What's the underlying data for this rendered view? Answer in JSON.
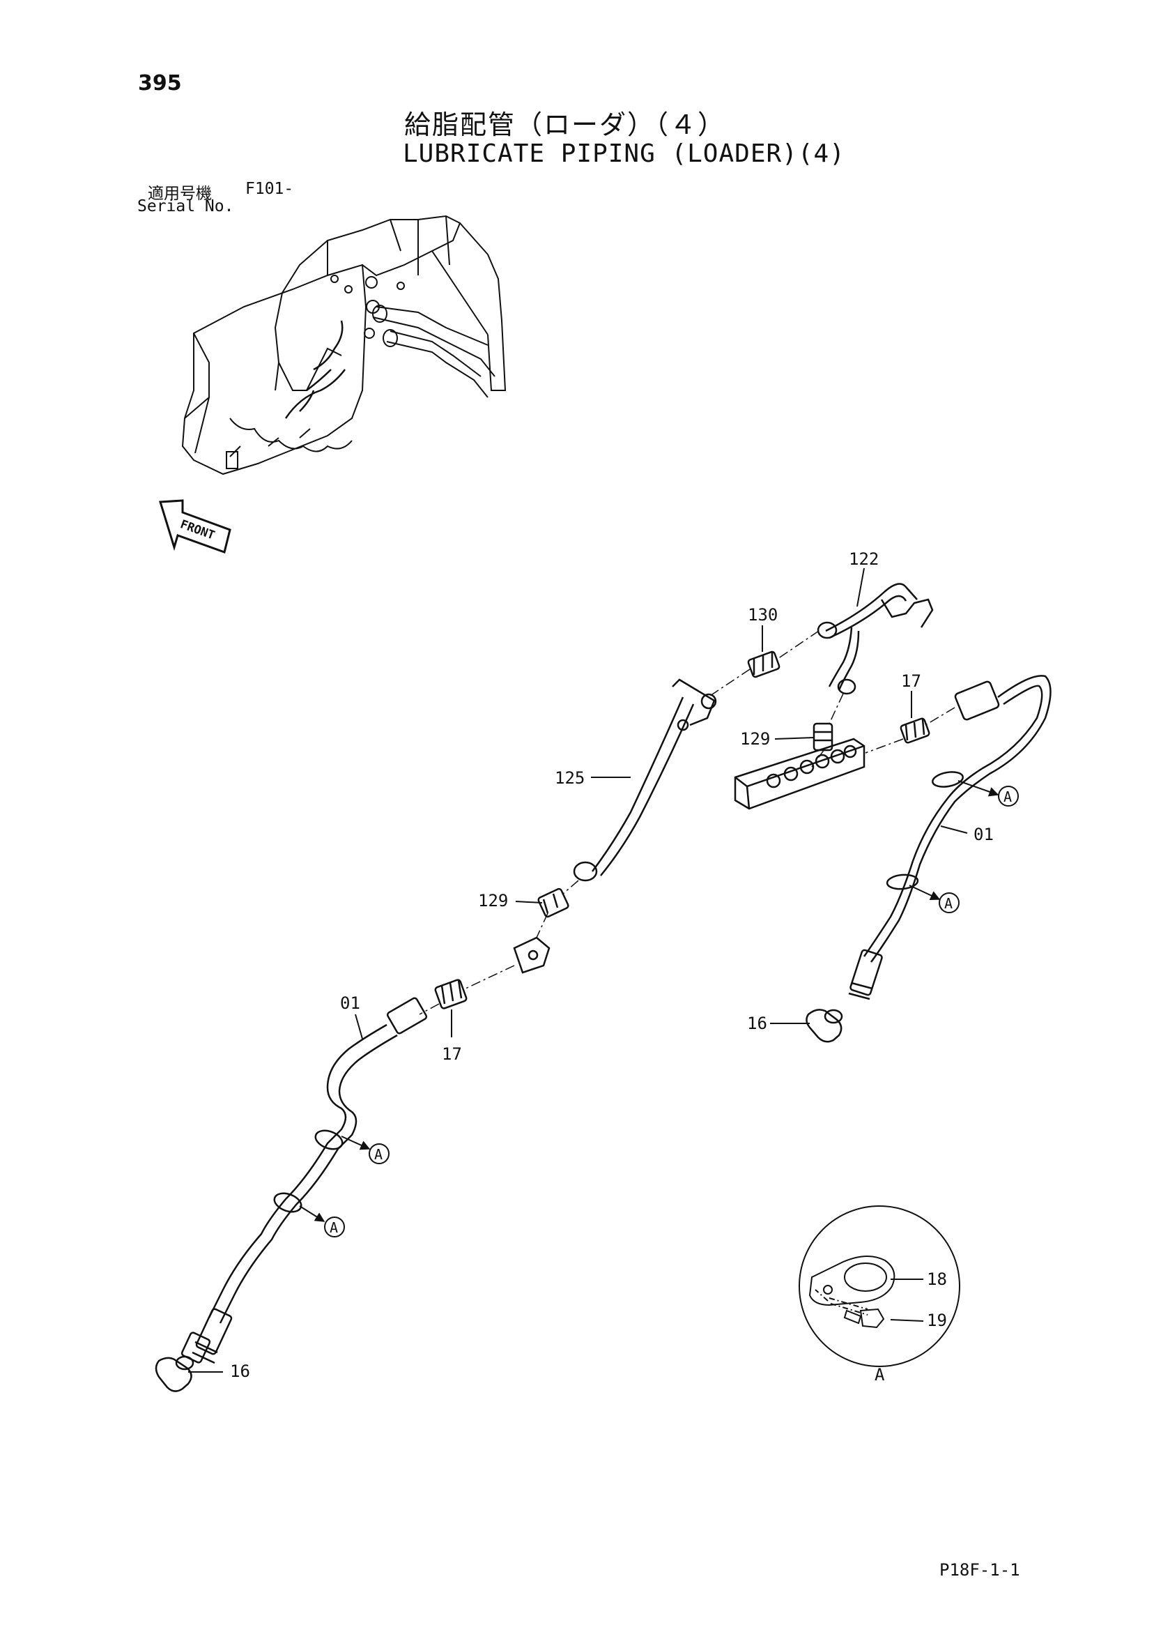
{
  "header": {
    "page_number": "395",
    "title_ja": "給脂配管（ローダ）（４）",
    "title_en": "LUBRICATE PIPING (LOADER)(4)",
    "serial_label_ja": "適用号機",
    "serial_code": "F101-",
    "serial_label_en": "Serial No."
  },
  "overview": {
    "front_label": "FRONT"
  },
  "callouts": {
    "p122": "122",
    "p130": "130",
    "p17_right": "17",
    "p129_upper": "129",
    "p125": "125",
    "p01_right": "01",
    "p129_lower": "129",
    "p01_left": "01",
    "p17_lower": "17",
    "p16_right": "16",
    "p16_left": "16",
    "p18": "18",
    "p19": "19",
    "detail_label": "A",
    "ref_a": "A"
  },
  "footer": {
    "drawing_code": "P18F-1-1"
  }
}
